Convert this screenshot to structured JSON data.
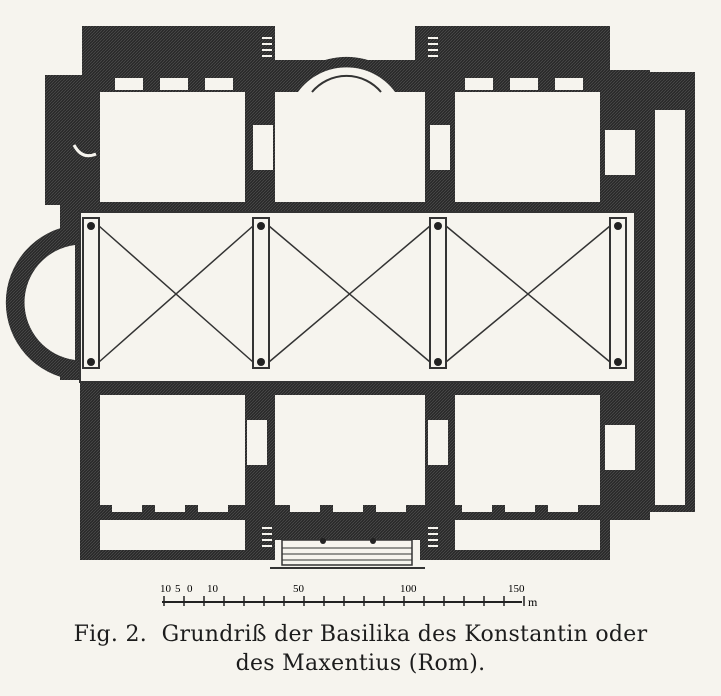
{
  "figure": {
    "caption_fig": "Fig. 2.",
    "caption_line1": "Grundriß der Basilika des Konstantin oder",
    "caption_line2": "des Maxentius (Rom)."
  },
  "scale_bar": {
    "labels": [
      "10",
      "5",
      "0",
      "10",
      "50",
      "100",
      "150"
    ],
    "unit": "m"
  },
  "colors": {
    "wall": "#222222",
    "paper": "#f6f4ee",
    "line": "#333333"
  }
}
